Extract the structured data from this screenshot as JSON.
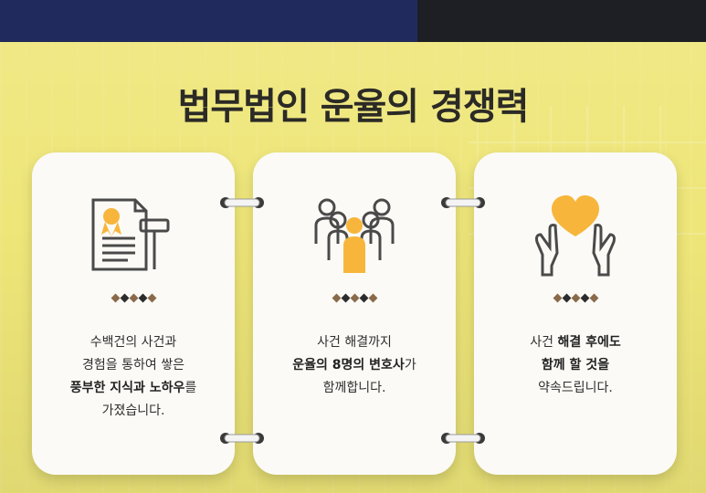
{
  "title": "법무법인 운율의 경쟁력",
  "colors": {
    "topbar_left": "#202a5c",
    "topbar_right": "#1d1f24",
    "background": "#eee678",
    "accent": "#f7b63b",
    "dark_icon": "#4a4a4a",
    "diamond_brown": "#8a6a4a",
    "diamond_dark": "#2c2c2c"
  },
  "cards": [
    {
      "icon": "document-gavel-icon",
      "lines": [
        [
          {
            "t": "수백건의 사건과",
            "b": false
          }
        ],
        [
          {
            "t": "경험을 통하여 쌓은",
            "b": false
          }
        ],
        [
          {
            "t": "풍부한 지식과 노하우",
            "b": true
          },
          {
            "t": "를",
            "b": false
          }
        ],
        [
          {
            "t": "가졌습니다.",
            "b": false
          }
        ]
      ]
    },
    {
      "icon": "team-people-icon",
      "lines": [
        [
          {
            "t": "사건 해결까지",
            "b": false
          }
        ],
        [
          {
            "t": "운율의 8명의 변호사",
            "b": true
          },
          {
            "t": "가",
            "b": false
          }
        ],
        [
          {
            "t": "함께합니다.",
            "b": false
          }
        ]
      ]
    },
    {
      "icon": "heart-hands-icon",
      "lines": [
        [
          {
            "t": "사건 ",
            "b": false
          },
          {
            "t": "해결 후에도",
            "b": true
          }
        ],
        [
          {
            "t": "함께 할 것을",
            "b": true
          }
        ],
        [
          {
            "t": "약속드립니다.",
            "b": false
          }
        ]
      ]
    }
  ]
}
